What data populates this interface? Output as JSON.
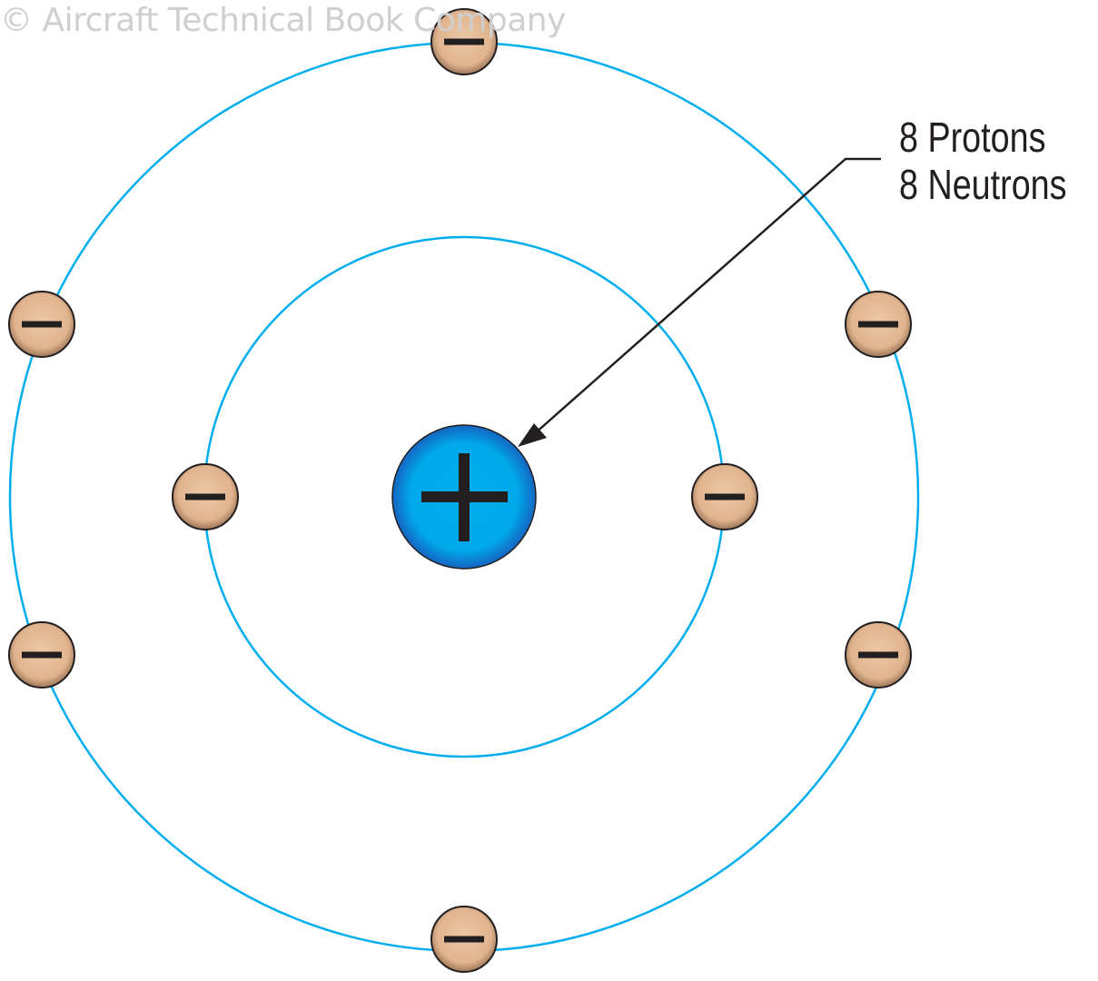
{
  "watermark": "© Aircraft Technical Book Company",
  "label": {
    "line1": "8 Protons",
    "line2": "8 Neutrons"
  },
  "nucleus": {
    "charge": "positive",
    "icon": "plus-icon"
  },
  "shells": [
    {
      "name": "inner",
      "electron_count": 2
    },
    {
      "name": "outer",
      "electron_count": 6
    }
  ],
  "colors": {
    "orbit": "#00aeef",
    "nucleus": "#00aeef",
    "nucleus_edge": "#1a6fc0",
    "electron": "#e8c09c",
    "electron_edge": "#8a6a50",
    "ink": "#231f20",
    "watermark": "#cfcfcf"
  }
}
